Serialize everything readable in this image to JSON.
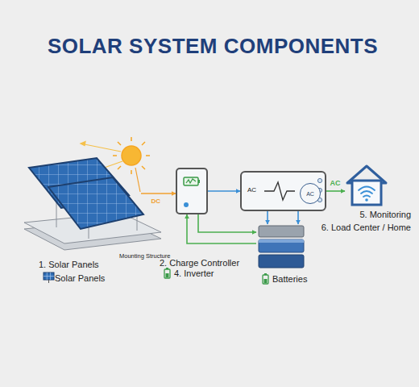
{
  "diagram": {
    "title": "SOLAR SYSTEM COMPONENTS",
    "nodes": [
      {
        "text": [
          "1. Solar Panels",
          "Solar Panels"
        ]
      },
      {
        "text": [
          "2. Charge Controller"
        ]
      },
      {
        "text": [
          "AC"
        ]
      },
      {
        "text": [
          "AC"
        ],
        "in": 2
      },
      {
        "text": [
          "Batteries"
        ]
      },
      {
        "text": [
          "5. Monitoring",
          "6. Load Center / Home"
        ]
      }
    ],
    "edges": [
      {
        "from": 0,
        "to": 1,
        "label": "DC",
        "arrow": "to"
      },
      {
        "from": 1,
        "to": 2,
        "arrow": "to"
      },
      {
        "from": 2,
        "to": 5,
        "label": "AC",
        "arrow": "to"
      },
      {
        "from": 1,
        "to": 4,
        "arrow": "to"
      },
      {
        "from": 4,
        "to": 1,
        "arrow": "to"
      },
      {
        "from": 2,
        "to": 4,
        "arrow": "to"
      },
      {
        "from": 2,
        "to": 4,
        "arrow": "to"
      }
    ],
    "labels": [
      "Mounting Structure",
      "4. Inverter"
    ]
  }
}
